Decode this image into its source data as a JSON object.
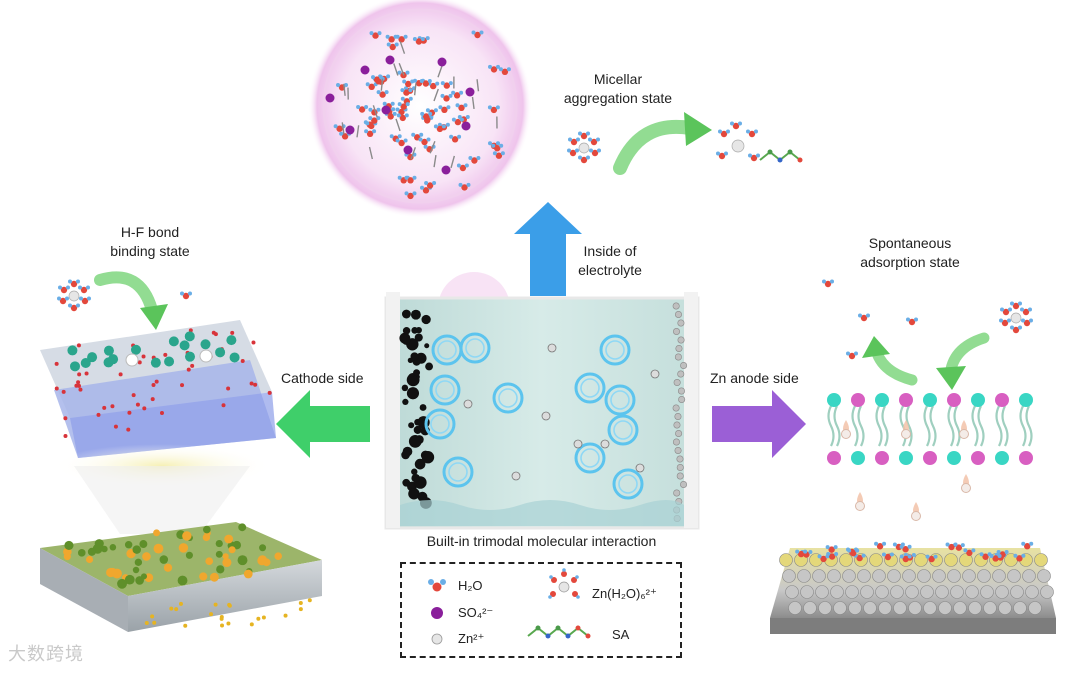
{
  "labels": {
    "micellar": [
      "Micellar",
      "aggregation state"
    ],
    "hf_bond": [
      "H-F bond",
      "binding state"
    ],
    "inside": [
      "Inside of",
      "electrolyte"
    ],
    "spontaneous": [
      "Spontaneous",
      "adsorption state"
    ],
    "cathode": "Cathode side",
    "anode": "Zn anode side",
    "caption": "Built-in trimodal molecular interaction"
  },
  "legend": {
    "h2o": "H₂O",
    "so4": "SO₄²⁻",
    "zn": "Zn²⁺",
    "zn_complex": "Zn(H₂O)₆²⁺",
    "sa": "SA"
  },
  "watermark": "大数跨境",
  "colors": {
    "arrow_blue": "#3b9ee8",
    "arrow_green": "#3fcf6a",
    "arrow_purple": "#9b5fd6",
    "electrolyte": "#cfe6e2",
    "ring": "#5cc4ee",
    "micelle_glow": "#f3c7ee",
    "oxygen": "#e3483c",
    "hydrogen": "#6aaee6",
    "sulfate": "#8a1f9b",
    "head_teal": "#39d6c4",
    "head_pink": "#d85fc1"
  }
}
